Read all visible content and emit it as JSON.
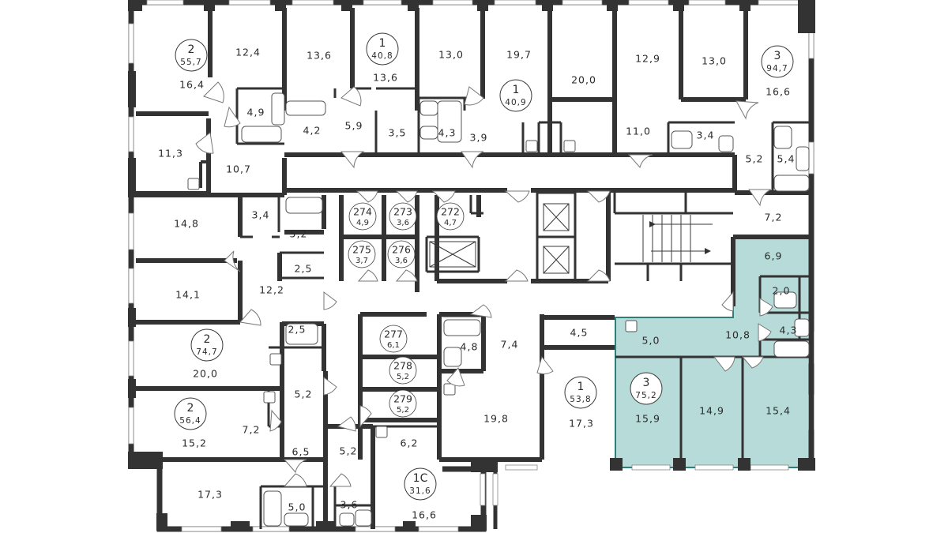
{
  "colors": {
    "wall": "#333333",
    "background": "#ffffff",
    "highlight_fill": "#9ecfcb",
    "highlight_stroke": "#2d7f7a"
  },
  "badges": [
    {
      "rooms": "2",
      "total": "55,7"
    },
    {
      "rooms": "1",
      "total": "40,8"
    },
    {
      "rooms": "1",
      "total": "40,9"
    },
    {
      "rooms": "3",
      "total": "94,7"
    },
    {
      "rooms": "2",
      "total": "74,7"
    },
    {
      "rooms": "2",
      "total": "56,4"
    },
    {
      "rooms": "1",
      "total": "53,8"
    },
    {
      "rooms": "3",
      "total": "75,2"
    },
    {
      "rooms": "1С",
      "total": "31,6"
    }
  ],
  "storage": [
    {
      "num": "274",
      "area": "4,9"
    },
    {
      "num": "273",
      "area": "3,6"
    },
    {
      "num": "272",
      "area": "4,7"
    },
    {
      "num": "275",
      "area": "3,7"
    },
    {
      "num": "276",
      "area": "3,6"
    },
    {
      "num": "277",
      "area": "6,1"
    },
    {
      "num": "278",
      "area": "5,2"
    },
    {
      "num": "279",
      "area": "5,2"
    }
  ],
  "areas": [
    "16,4",
    "12,4",
    "13,6",
    "13,6",
    "13,0",
    "19,7",
    "20,0",
    "12,9",
    "13,0",
    "16,6",
    "4,9",
    "4,2",
    "5,9",
    "3,5",
    "4,3",
    "3,9",
    "11,0",
    "3,4",
    "11,3",
    "10,7",
    "5,2",
    "5,4",
    "14,8",
    "3,4",
    "5,2",
    "2,5",
    "7,2",
    "14,1",
    "12,2",
    "6,9",
    "2,0",
    "2,5",
    "20,0",
    "4,8",
    "7,4",
    "4,5",
    "5,0",
    "10,8",
    "4,3",
    "5,2",
    "7,2",
    "6,5",
    "19,8",
    "17,3",
    "15,9",
    "14,9",
    "15,4",
    "15,2",
    "5,2",
    "6,2",
    "17,3",
    "5,0",
    "3,6",
    "16,6"
  ]
}
